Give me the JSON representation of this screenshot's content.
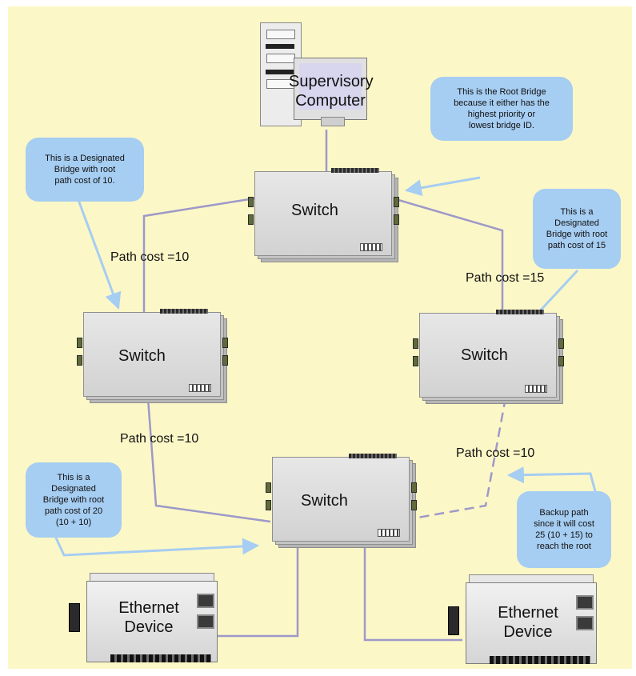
{
  "computer": {
    "label_line1": "Supervisory",
    "label_line2": "Computer"
  },
  "switches": {
    "root": "Switch",
    "left": "Switch",
    "right": "Switch",
    "bottom": "Switch"
  },
  "devices": {
    "left_line1": "Ethernet",
    "left_line2": "Device",
    "right_line1": "Ethernet",
    "right_line2": "Device"
  },
  "path_labels": {
    "root_left": "Path cost =10",
    "root_right": "Path cost =15",
    "left_bottom": "Path cost =10",
    "right_bottom": "Path cost =10"
  },
  "callouts": {
    "root": [
      "This is the Root Bridge",
      "because it either has the",
      "highest priority or",
      "lowest bridge ID."
    ],
    "left": [
      "This is a Designated",
      "Bridge with root",
      "path cost of 10."
    ],
    "right": [
      "This is a",
      "Designated",
      "Bridge with root",
      "path cost of 15"
    ],
    "bottom": [
      "This is a",
      "Designated",
      "Bridge with root",
      "path cost of 20",
      "(10 + 10)"
    ],
    "backup": [
      "Backup path",
      "since it will cost",
      "25 (10 + 15) to",
      "reach the root"
    ]
  },
  "colors": {
    "background": "#fcf7c7",
    "callout": "#a6cdf2",
    "link": "#9d99c9",
    "arrow": "#a6cdf2"
  }
}
